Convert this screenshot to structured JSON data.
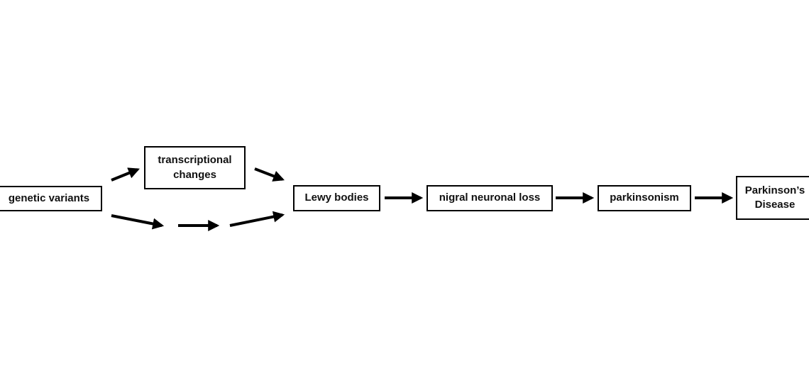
{
  "nodes": {
    "genetic_variants": "genetic variants",
    "transcriptional_changes": "transcriptional\nchanges",
    "lewy_bodies": "Lewy bodies",
    "nigral_neuronal_loss": "nigral neuronal loss",
    "parkinsonism": "parkinsonism",
    "parkinsons_disease": "Parkinson’s\nDisease"
  },
  "edges": [
    {
      "from": "genetic variants",
      "to": "transcriptional changes"
    },
    {
      "from": "transcriptional changes",
      "to": "Lewy bodies"
    },
    {
      "from": "genetic variants",
      "to": "Lewy bodies"
    },
    {
      "from": "Lewy bodies",
      "to": "nigral neuronal loss"
    },
    {
      "from": "nigral neuronal loss",
      "to": "parkinsonism"
    },
    {
      "from": "parkinsonism",
      "to": "Parkinson’s Disease"
    }
  ]
}
